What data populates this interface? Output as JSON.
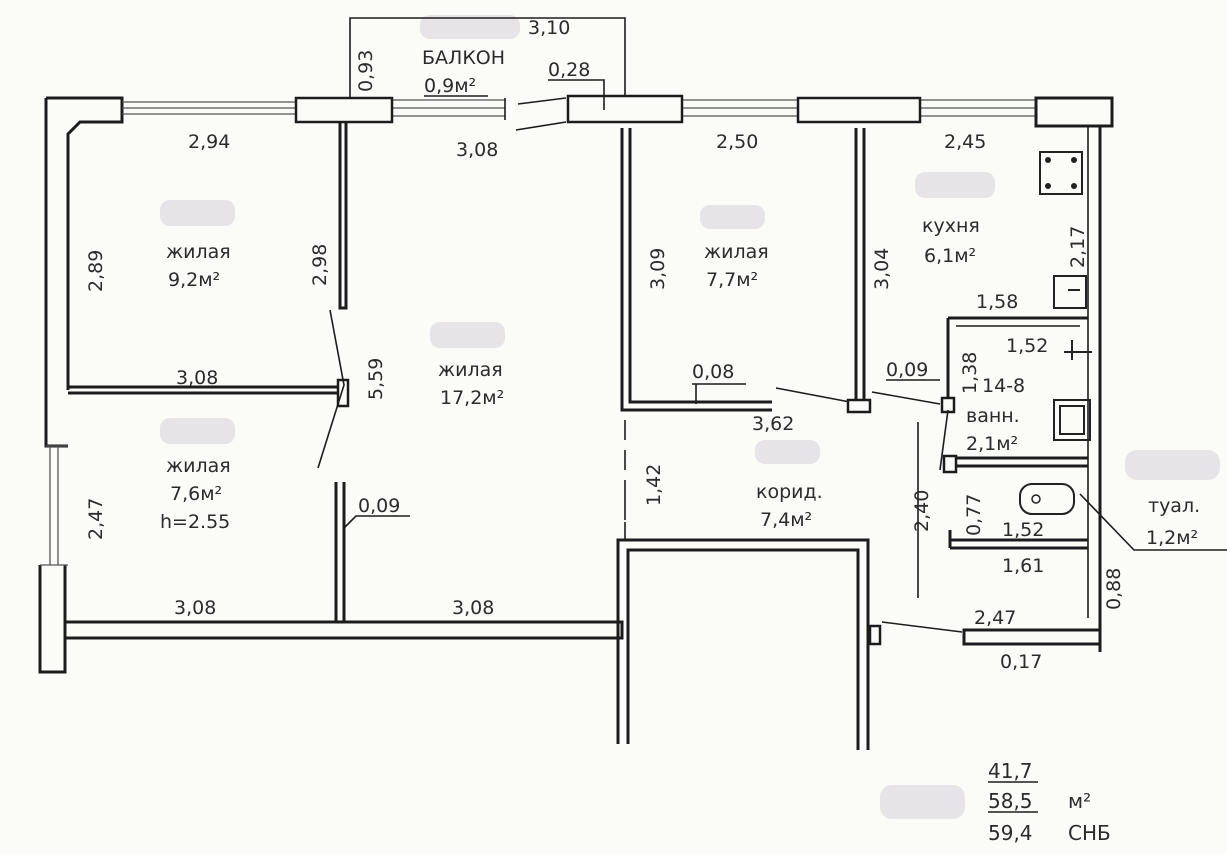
{
  "rooms": {
    "balcony": {
      "name": "БАЛКОН",
      "area": "0,9м²"
    },
    "living_nw": {
      "name": "жилая",
      "area": "9,2м²"
    },
    "living_sw": {
      "name": "жилая",
      "area": "7,6м²",
      "height": "h=2.55"
    },
    "living_center": {
      "name": "жилая",
      "area": "17,2м²"
    },
    "living_ne": {
      "name": "жилая",
      "area": "7,7м²"
    },
    "kitchen": {
      "name": "кухня",
      "area": "6,1м²"
    },
    "bath": {
      "name": "ванн.",
      "area": "2,1м²"
    },
    "toilet": {
      "name": "туал.",
      "area": "1,2м²"
    },
    "corridor": {
      "name": "корид.",
      "area": "7,4м²"
    }
  },
  "dimensions": {
    "balcony_width": "3,10",
    "balcony_depth": "0,93",
    "balcony_door": "0,28",
    "top_left": "2,94",
    "top_center": "3,08",
    "top_ne": "2,50",
    "top_kitchen": "2,45",
    "left_nw": "2,89",
    "wall_nw": "2,98",
    "mid_left": "3,08",
    "center_height": "5,59",
    "left_sw": "2,47",
    "partition_sw": "0,09",
    "bottom_left": "3,08",
    "bottom_center": "3,08",
    "ne_height": "3,09",
    "ne_partition": "0,08",
    "kitchen_wall": "3,04",
    "ne_bottom": "3,62",
    "corridor_gap": "1,42",
    "kitchen_right": "2,17",
    "kitchen_width": "1,58",
    "bath_width": "1,52",
    "bath_height": "1,38",
    "bath_code": "14-8",
    "bath_partition": "0,09",
    "corridor_height": "2,40",
    "toilet_depth": "0,77",
    "toilet_width": "1,52",
    "toilet_outer": "1,61",
    "right_lower": "0,88",
    "corridor_bottom": "2,47",
    "corridor_bottom_wall": "0,17"
  },
  "totals": {
    "living": "41,7",
    "total": "58,5",
    "unit": "м²",
    "full": "59,4",
    "code": "СНБ"
  }
}
